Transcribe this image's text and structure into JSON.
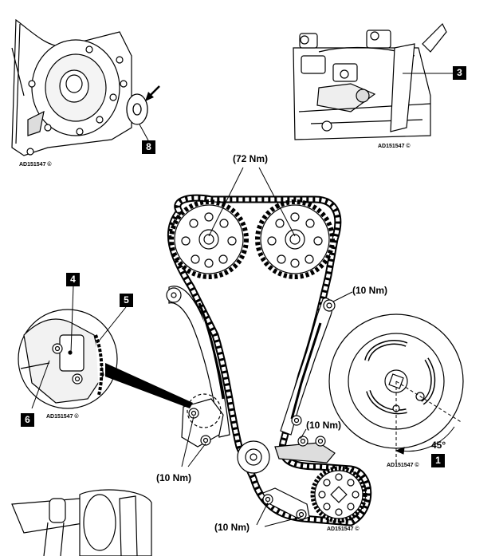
{
  "torque_labels": {
    "camshaft_sprockets": "(72 Nm)",
    "guide_upper_right": "(10 Nm)",
    "tensioner_right": "(10 Nm)",
    "tensioner_left": "(10 Nm)",
    "guide_bottom": "(10 Nm)"
  },
  "callouts": [
    "1",
    "3",
    "4",
    "5",
    "6",
    "8"
  ],
  "copyright": {
    "top_left": "AD151547 ©",
    "top_right": "AD151547 ©",
    "left_detail": "AD151547 ©",
    "pulley_detail": "AD151547 ©",
    "main": "AD151547 ©"
  },
  "angle_label": "45°"
}
